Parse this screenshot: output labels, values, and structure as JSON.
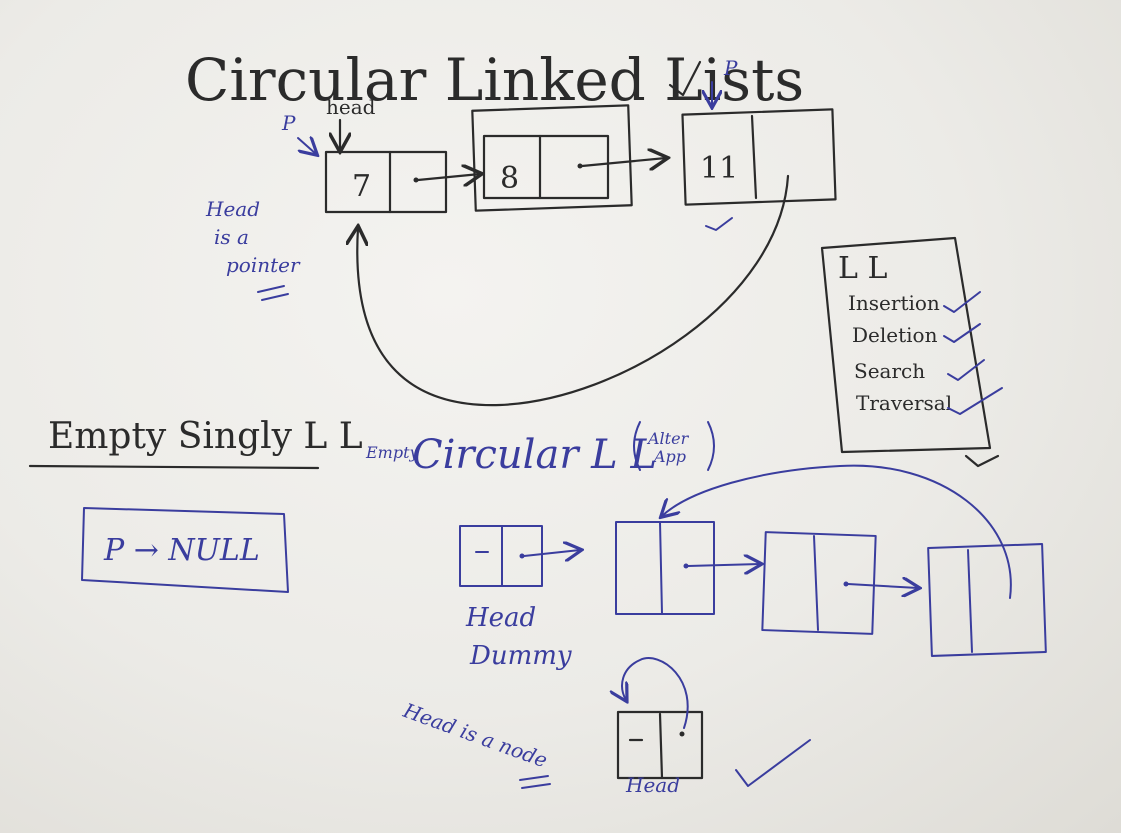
{
  "board": {
    "title": "Circular Linked Lists",
    "top_list": {
      "pointer_p": "P",
      "head_label": "head",
      "pointer_p_right": "P",
      "nodes": [
        {
          "value": "7"
        },
        {
          "value": "8"
        },
        {
          "value": "11"
        }
      ]
    },
    "head_note": {
      "line1": "Head",
      "line2": "is a",
      "line3": "pointer"
    },
    "ll_box": {
      "title": "L L",
      "items": [
        "Insertion",
        "Deletion",
        "Search",
        "Traversal"
      ]
    },
    "empty_singly": {
      "heading": "Empty Singly L L",
      "box_text": "P → NULL"
    },
    "empty_circular": {
      "prefix": "Empty",
      "heading": "Circular L L",
      "note_line1": "Alter",
      "note_line2": "App",
      "head_dummy_line1": "Head",
      "head_dummy_line2": "Dummy",
      "head_node_note": "Head is a node",
      "head_node_label": "Head"
    },
    "colors": {
      "black_marker": "#2b2b2b",
      "blue_marker": "#3a3d9e",
      "board": "#ecebe7"
    }
  }
}
